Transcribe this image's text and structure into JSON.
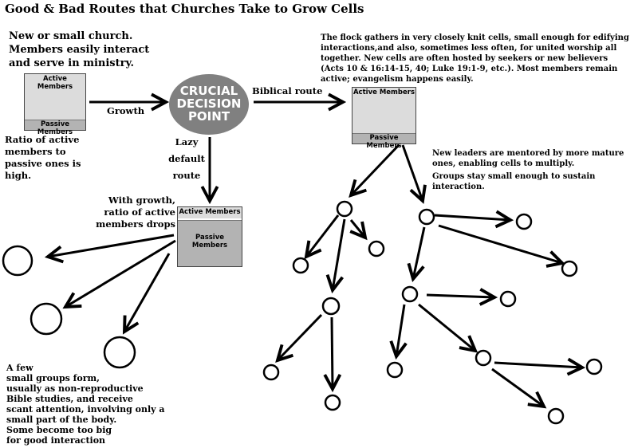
{
  "title": "Good & Bad Routes that Churches Take to Grow Cells",
  "intro": {
    "line1": "New or small church.",
    "line2": "Members easily interact",
    "line3": "and serve in ministry."
  },
  "box_left": {
    "active": "Active Members",
    "passive": "Passive Members"
  },
  "box_center": {
    "active": "Active Members",
    "passive": "Passive Members"
  },
  "box_right": {
    "active": "Active Members",
    "passive": "Passive Members"
  },
  "ratio_high": {
    "line1": "Ratio of active",
    "line2": "members to",
    "line3": "passive ones is",
    "line4": "high."
  },
  "growth_label": "Growth",
  "decision": {
    "line1": "CRUCIAL",
    "line2": "DECISION",
    "line3": "POINT"
  },
  "biblical_route_label": "Biblical route",
  "lazy": {
    "line1": "Lazy",
    "line2": "default",
    "line3": "route"
  },
  "flock_text": {
    "line1": "The flock gathers in very closely knit cells, small enough for edifying",
    "line2": "interactions,and also, sometimes less often, for united worship all",
    "line3": "together.  New cells are often hosted by seekers or new believers",
    "line4": "(Acts 10 & 16:14-15, 40; Luke 19:1-9, etc.). Most members remain",
    "line5": "active; evangelism happens easily."
  },
  "mentored_text": {
    "line1": "New leaders are mentored by more mature",
    "line2": "ones, enabling cells to multiply.",
    "line3": "Groups stay small enough to sustain",
    "line4": "interaction."
  },
  "with_growth": {
    "line1": "With growth,",
    "line2": "ratio of active",
    "line3": "members drops"
  },
  "few_groups": {
    "line1": "A few",
    "line2": "small groups form,",
    "line3": "usually as non-reproductive",
    "line4": "Bible studies, and receive",
    "line5": "scant attention, involving only a",
    "line6": "small part of the body.",
    "line7": "Some become too big",
    "line8": "for good interaction"
  }
}
